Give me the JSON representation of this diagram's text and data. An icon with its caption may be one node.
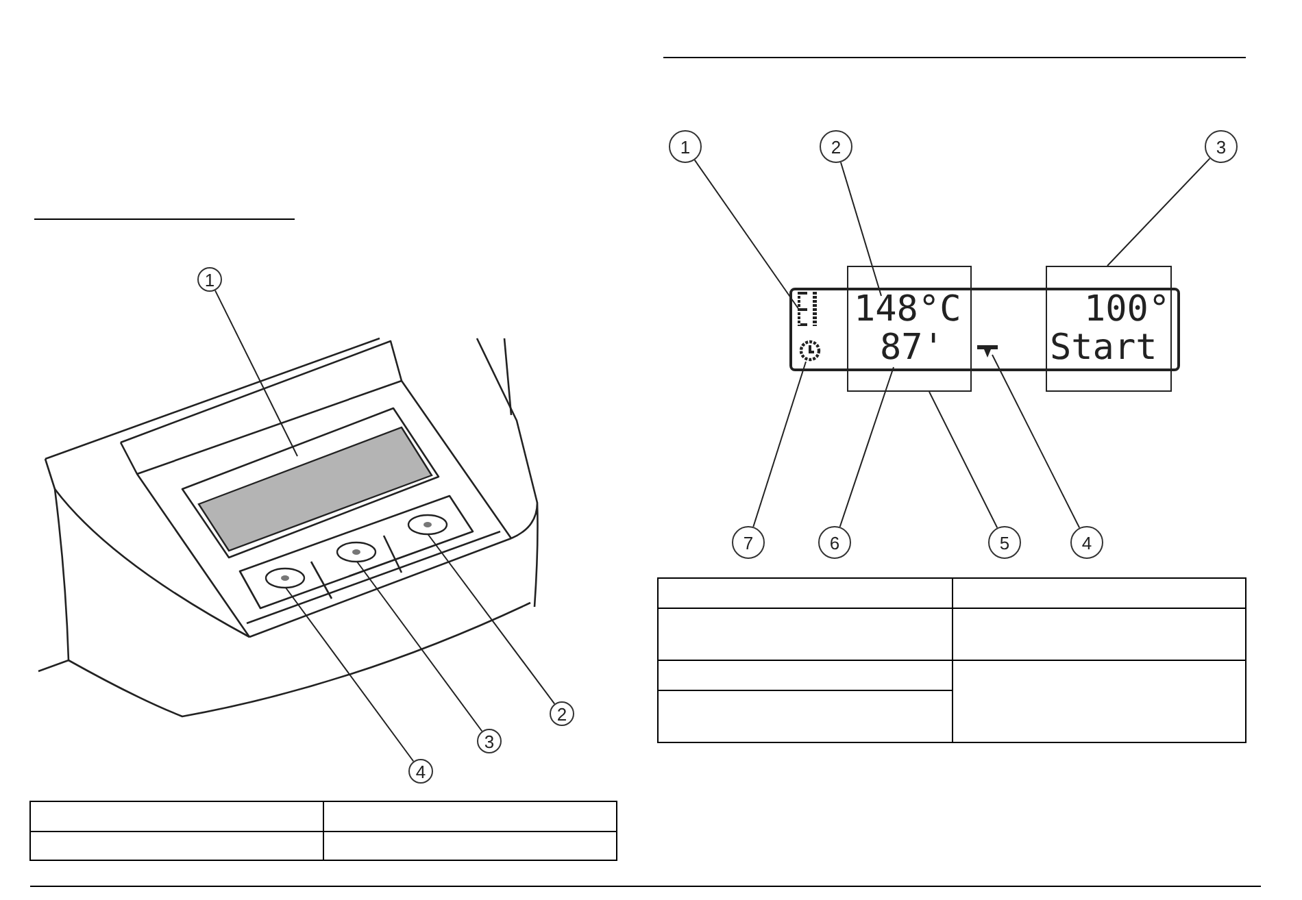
{
  "diagram": {
    "nodes": [
      {
        "text": [
          "1"
        ]
      },
      {
        "text": [
          "2"
        ]
      },
      {
        "text": [
          "3"
        ]
      },
      {
        "text": [
          "4"
        ]
      },
      {
        "text": [],
        "shape": "box"
      },
      {
        "text": [],
        "shape": "circle"
      },
      {
        "text": [],
        "shape": "circle"
      },
      {
        "text": [],
        "shape": "circle"
      },
      {
        "text": [
          "1"
        ]
      },
      {
        "text": [
          "2"
        ]
      },
      {
        "text": [
          "3"
        ]
      },
      {
        "text": [
          "7"
        ]
      },
      {
        "text": [
          "6"
        ]
      },
      {
        "text": [
          "5"
        ]
      },
      {
        "text": [
          "4"
        ]
      },
      {
        "text": [],
        "shape": "box"
      },
      {
        "text": [],
        "shape": "icon",
        "in": 15
      },
      {
        "text": [],
        "shape": "box"
      },
      {
        "text": [
          "148°C"
        ]
      },
      {
        "text": [
          "87'"
        ]
      },
      {
        "text": [],
        "shape": "clock",
        "in": 15
      },
      {
        "text": [],
        "shape": "triangle",
        "in": 15
      },
      {
        "text": [],
        "shape": "box"
      },
      {
        "text": [
          "100°"
        ]
      },
      {
        "text": [
          "Start"
        ]
      }
    ],
    "edges": [
      {
        "from": 0,
        "to": 4,
        "arrow": "none"
      },
      {
        "from": 1,
        "to": 7,
        "arrow": "none"
      },
      {
        "from": 2,
        "to": 6,
        "arrow": "none"
      },
      {
        "from": 3,
        "to": 5,
        "arrow": "none"
      },
      {
        "from": 8,
        "to": 16,
        "arrow": "none"
      },
      {
        "from": 9,
        "to": 18,
        "arrow": "none"
      },
      {
        "from": 10,
        "to": 22,
        "arrow": "none"
      },
      {
        "from": 11,
        "to": 20,
        "arrow": "none"
      },
      {
        "from": 12,
        "to": 19,
        "arrow": "none"
      },
      {
        "from": 13,
        "to": 17,
        "arrow": "none"
      },
      {
        "from": 14,
        "to": 21,
        "arrow": "none"
      }
    ]
  }
}
